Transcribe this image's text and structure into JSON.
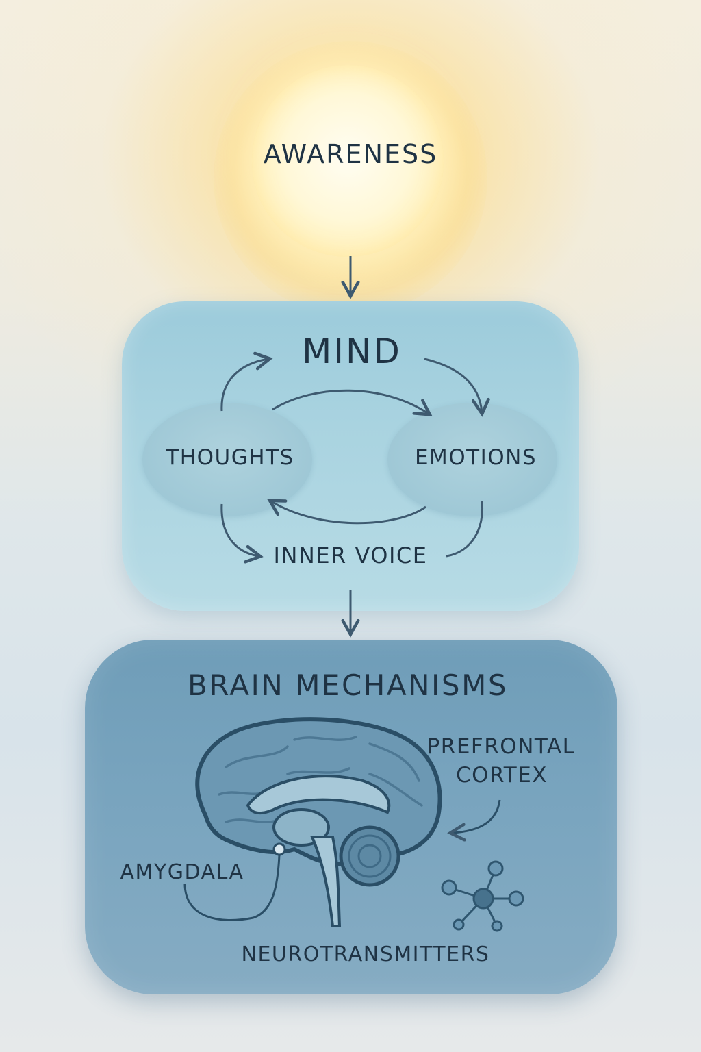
{
  "awareness": {
    "label": "AWARENESS"
  },
  "mind": {
    "title": "MIND",
    "thoughts": "THOUGHTS",
    "emotions": "EMOTIONS",
    "inner_voice": "INNER VOICE"
  },
  "brain": {
    "title": "BRAIN MECHANISMS",
    "prefrontal_line1": "PREFRONTAL",
    "prefrontal_line2": "CORTEX",
    "amygdala": "AMYGDALA",
    "neurotransmitters": "NEUROTRANSMITTERS"
  },
  "colors": {
    "sun": "#fff6d0",
    "mind_box": "#a9d3e0",
    "brain_box": "#7aa5bf",
    "ink": "#1f3344",
    "arrow": "#3e5a70"
  },
  "icons": {
    "molecule": "molecule-icon",
    "brain": "brain-icon"
  }
}
